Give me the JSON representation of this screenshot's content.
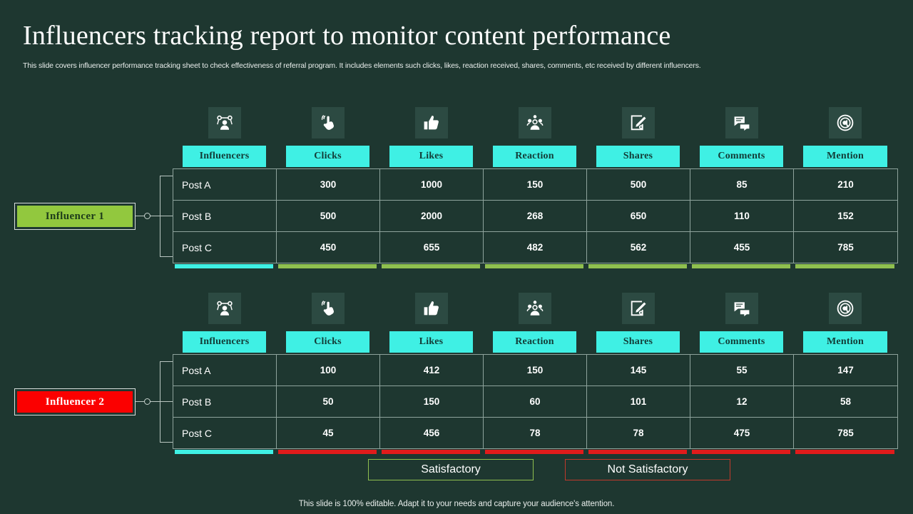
{
  "header": {
    "title": "Influencers tracking report to monitor content performance",
    "subtitle": "This slide covers influencer performance tracking sheet to check effectiveness of referral program. It includes elements such clicks, likes, reaction received, shares, comments, etc received by different influencers."
  },
  "footer": {
    "text": "This slide is 100% editable. Adapt it to your needs and capture your audience's attention."
  },
  "columns": [
    {
      "label": "Influencers",
      "icon": "influencer-group-icon"
    },
    {
      "label": "Clicks",
      "icon": "click-hand-icon"
    },
    {
      "label": "Likes",
      "icon": "thumbs-up-icon"
    },
    {
      "label": "Reaction",
      "icon": "reaction-people-icon"
    },
    {
      "label": "Shares",
      "icon": "edit-share-icon"
    },
    {
      "label": "Comments",
      "icon": "comment-bubbles-icon"
    },
    {
      "label": "Mention",
      "icon": "at-mention-icon"
    }
  ],
  "sections": [
    {
      "tag_label": "Influencer  1",
      "tag_style": "green",
      "bar_color": "#8fbf4f",
      "first_bar_color": "#3ff0e4",
      "rows": [
        {
          "name": "Post A",
          "values": [
            "300",
            "1000",
            "150",
            "500",
            "85",
            "210"
          ]
        },
        {
          "name": "Post B",
          "values": [
            "500",
            "2000",
            "268",
            "650",
            "110",
            "152"
          ]
        },
        {
          "name": "Post C",
          "values": [
            "450",
            "655",
            "482",
            "562",
            "455",
            "785"
          ]
        }
      ]
    },
    {
      "tag_label": "Influencer 2",
      "tag_style": "red",
      "bar_color": "#e01b1b",
      "first_bar_color": "#3ff0e4",
      "rows": [
        {
          "name": "Post A",
          "values": [
            "100",
            "412",
            "150",
            "145",
            "55",
            "147"
          ]
        },
        {
          "name": "Post B",
          "values": [
            "50",
            "150",
            "60",
            "101",
            "12",
            "58"
          ]
        },
        {
          "name": "Post C",
          "values": [
            "45",
            "456",
            "78",
            "78",
            "475",
            "785"
          ]
        }
      ]
    }
  ],
  "legend": {
    "satisfactory": "Satisfactory",
    "not_satisfactory": "Not Satisfactory"
  },
  "colors": {
    "background": "#1e3730",
    "header_cyan": "#3ff0e4",
    "green": "#92c83e",
    "red": "#fb0000",
    "icon_tile": "#2c4a42",
    "table_border": "#8ea39c",
    "text_light": "#ffffff"
  },
  "chart_data": {
    "type": "table",
    "title": "Influencers tracking report to monitor content performance",
    "categories": [
      "Influencers",
      "Clicks",
      "Likes",
      "Reaction",
      "Shares",
      "Comments",
      "Mention"
    ],
    "tables": [
      {
        "name": "Influencer  1",
        "rows": [
          {
            "post": "Post A",
            "Clicks": 300,
            "Likes": 1000,
            "Reaction": 150,
            "Shares": 500,
            "Comments": 85,
            "Mention": 210
          },
          {
            "post": "Post B",
            "Clicks": 500,
            "Likes": 2000,
            "Reaction": 268,
            "Shares": 650,
            "Comments": 110,
            "Mention": 152
          },
          {
            "post": "Post C",
            "Clicks": 450,
            "Likes": 655,
            "Reaction": 482,
            "Shares": 562,
            "Comments": 455,
            "Mention": 785
          }
        ],
        "status": "Satisfactory"
      },
      {
        "name": "Influencer 2",
        "rows": [
          {
            "post": "Post A",
            "Clicks": 100,
            "Likes": 412,
            "Reaction": 150,
            "Shares": 145,
            "Comments": 55,
            "Mention": 147
          },
          {
            "post": "Post B",
            "Clicks": 50,
            "Likes": 150,
            "Reaction": 60,
            "Shares": 101,
            "Comments": 12,
            "Mention": 58
          },
          {
            "post": "Post C",
            "Clicks": 45,
            "Likes": 456,
            "Reaction": 78,
            "Shares": 78,
            "Comments": 475,
            "Mention": 785
          }
        ],
        "status": "Not Satisfactory"
      }
    ],
    "legend": [
      "Satisfactory",
      "Not Satisfactory"
    ],
    "legend_position": "bottom"
  }
}
